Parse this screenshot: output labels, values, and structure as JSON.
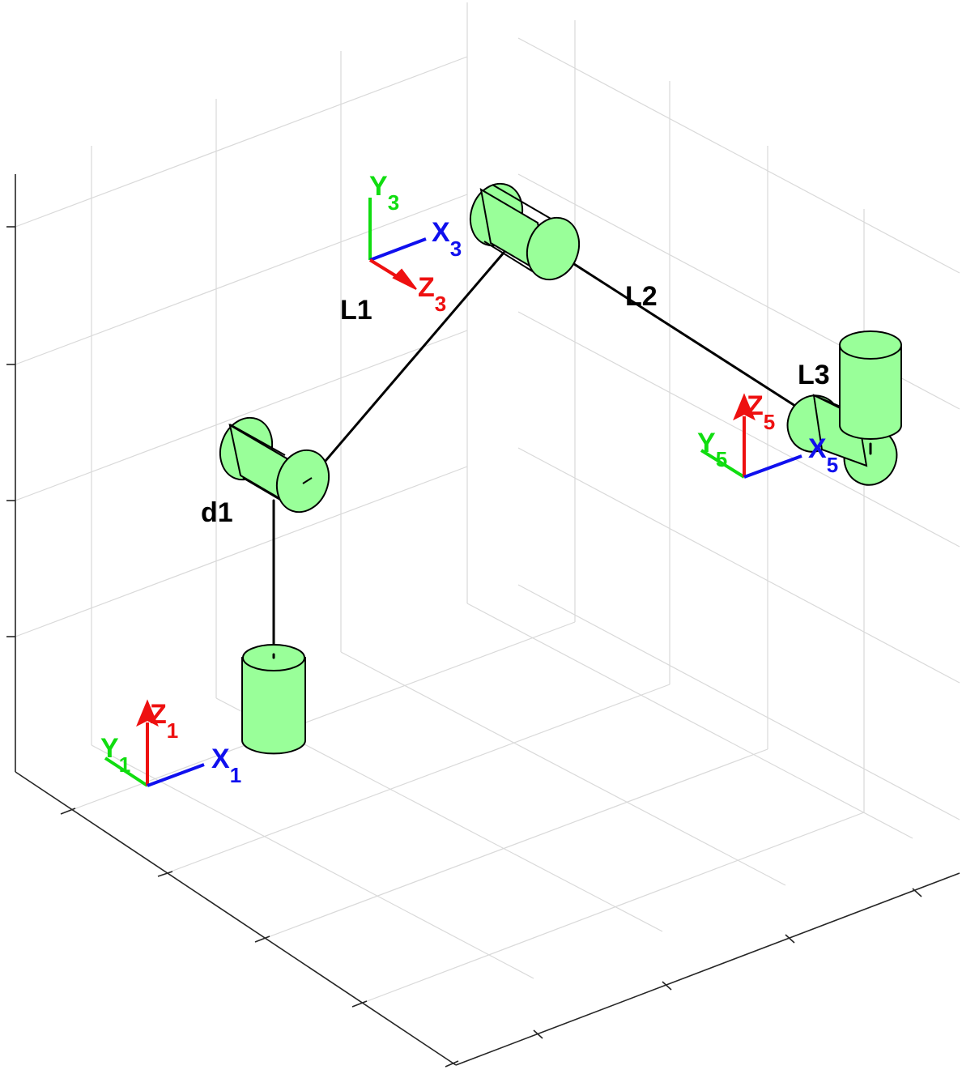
{
  "colors": {
    "x_axis": "#1010ee",
    "y_axis": "#10dd10",
    "z_axis": "#ee1010",
    "joint": "#99ff99",
    "grid": "#d9d9d9",
    "box_axis": "#262626"
  },
  "link_labels": {
    "d1": "d1",
    "L1": "L1",
    "L2": "L2",
    "L3": "L3"
  },
  "frames": {
    "frame1": {
      "x": "X",
      "y": "Y",
      "z": "Z",
      "index": "1"
    },
    "frame3": {
      "x": "X",
      "y": "Y",
      "z": "Z",
      "index": "3"
    },
    "frame5": {
      "x": "X",
      "y": "Y",
      "z": "Z",
      "index": "5"
    }
  }
}
